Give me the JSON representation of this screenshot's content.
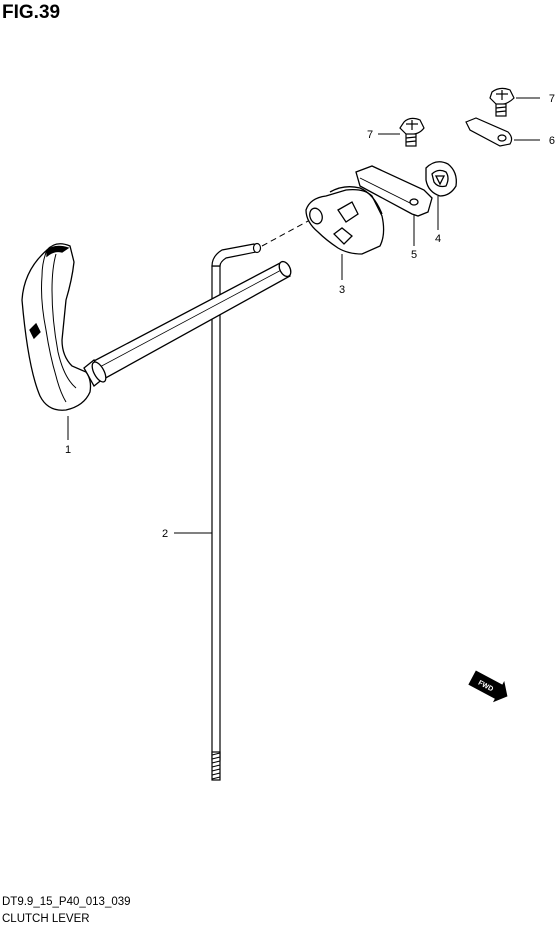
{
  "figure": {
    "title": "FIG.39",
    "code": "DT9.9_15_P40_013_039",
    "caption": "CLUTCH LEVER"
  },
  "callouts": {
    "p1": "1",
    "p2": "2",
    "p3": "3",
    "p4": "4",
    "p5": "5",
    "p6": "6",
    "p7a": "7",
    "p7b": "7"
  },
  "direction_badge": "FWD"
}
